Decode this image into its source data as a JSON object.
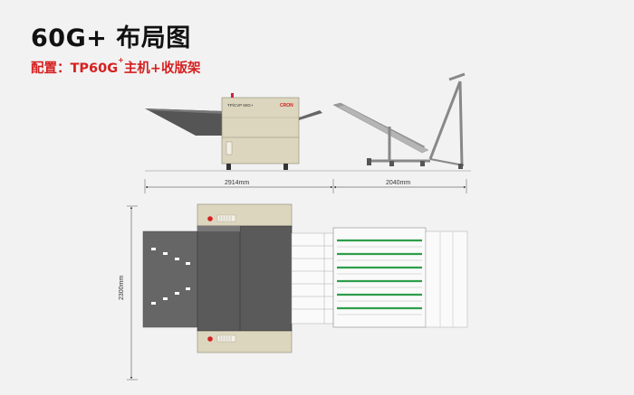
{
  "header": {
    "title": "60G+ 布局图",
    "config_prefix": "配置：TP60G",
    "config_sup": "+",
    "config_suffix": "主机+收版架"
  },
  "machine": {
    "model_label": "TP/CVP 60G+",
    "brand_logo": "CRON"
  },
  "dimensions": {
    "host_width": "2914mm",
    "rack_width": "2040mm",
    "depth": "2300mm"
  },
  "colors": {
    "accent_red": "#d62020",
    "machine_body": "#ddd6bf",
    "dark_gray": "#555555",
    "tray_green": "#2e9e4a"
  }
}
